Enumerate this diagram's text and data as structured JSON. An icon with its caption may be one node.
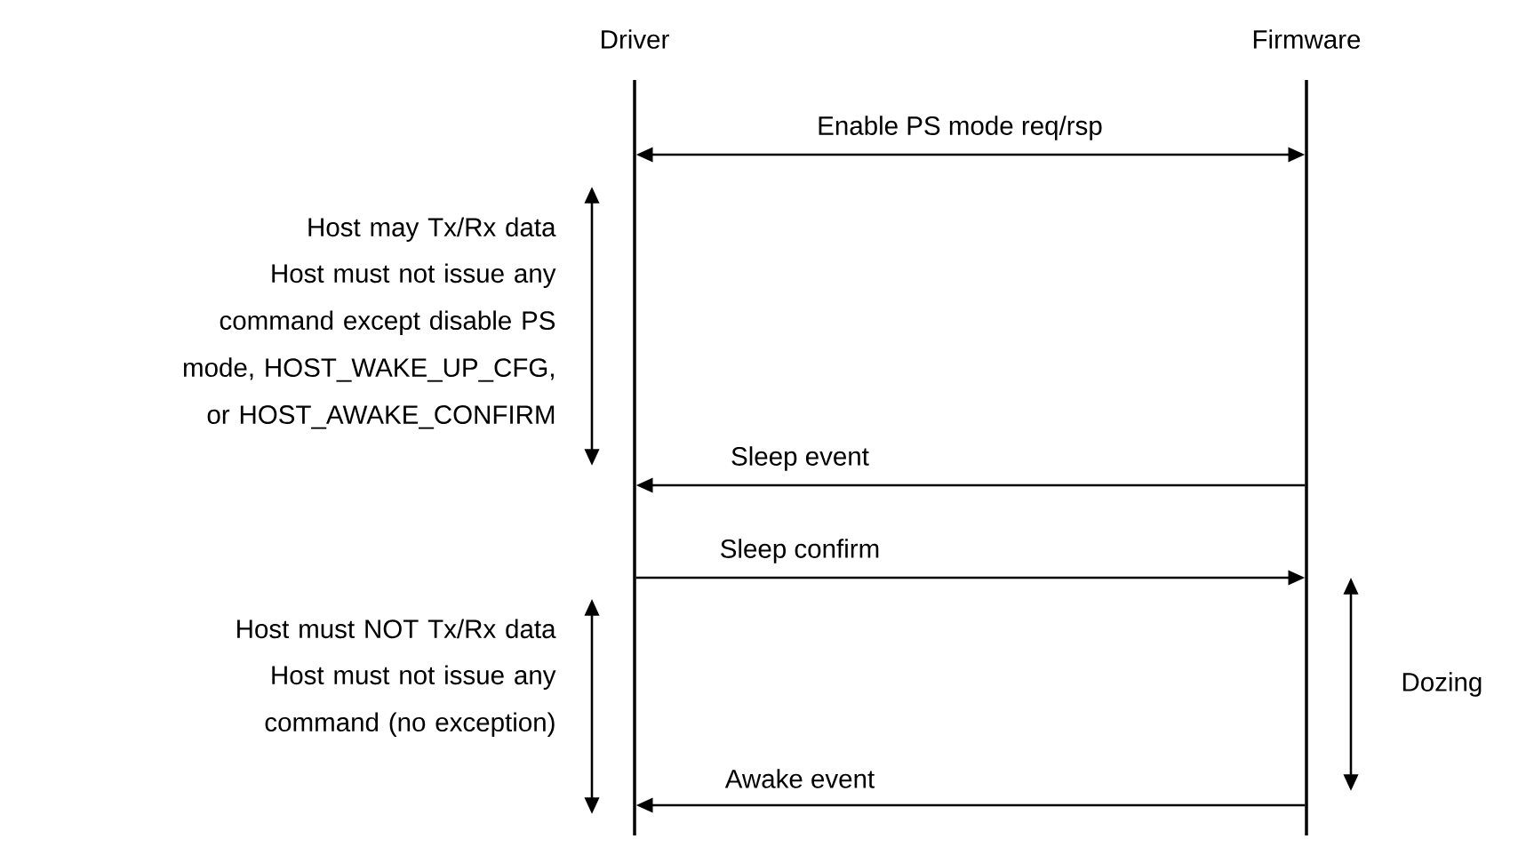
{
  "diagram": {
    "nodes": [
      {
        "text": [
          "Driver"
        ]
      },
      {
        "text": [
          "Firmware"
        ]
      }
    ],
    "edges": [
      {
        "from": 0,
        "to": 1,
        "arrow": "both",
        "label": "Enable PS mode req/rsp"
      },
      {
        "from": 1,
        "to": 0,
        "arrow": "to",
        "label": "Sleep event"
      },
      {
        "from": 0,
        "to": 1,
        "arrow": "to",
        "label": "Sleep confirm"
      },
      {
        "from": 1,
        "to": 0,
        "arrow": "to",
        "label": "Awake event"
      }
    ],
    "labels": [
      "Host may Tx/Rx data",
      "Host must not issue any command except disable PS mode, HOST_WAKE_UP_CFG, or HOST_AWAKE_CONFIRM",
      "Host must NOT Tx/Rx data",
      "Host must not issue any command (no exception)",
      "Dozing"
    ]
  }
}
